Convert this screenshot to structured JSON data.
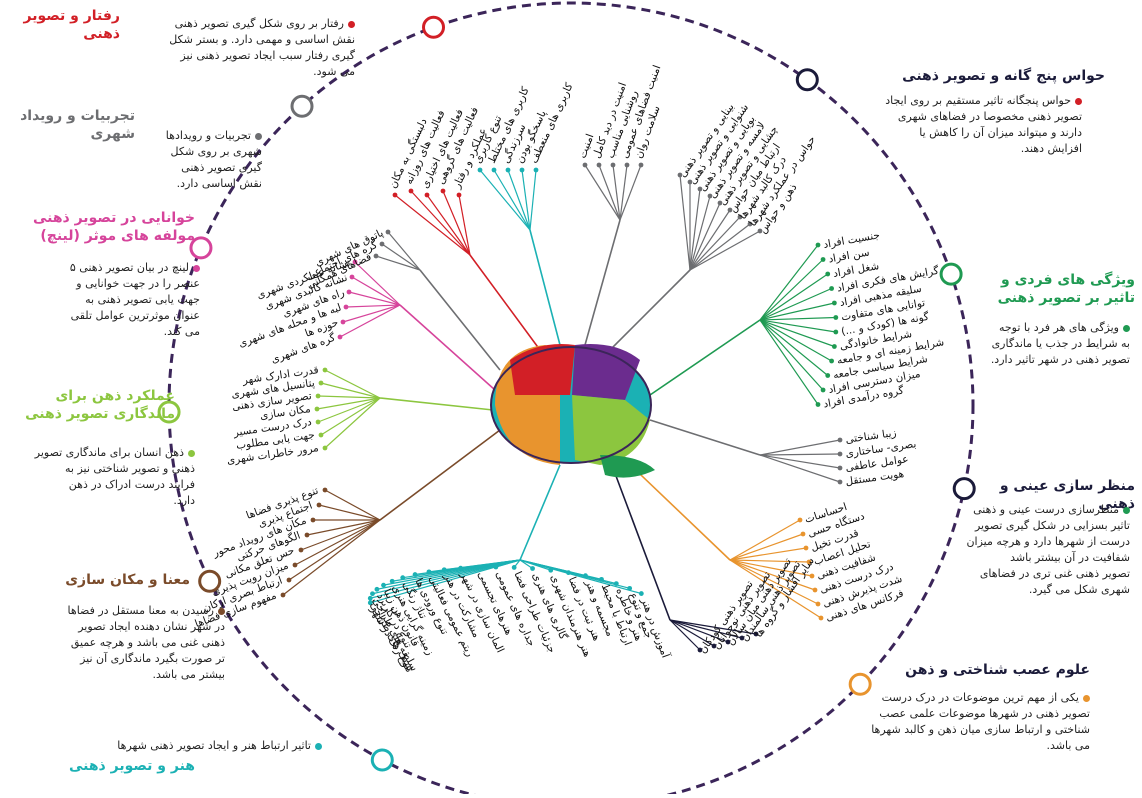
{
  "colors": {
    "ring": "#3b2559",
    "red": "#d21f26",
    "gray": "#6d6e71",
    "pink": "#d6449b",
    "lime": "#8cc63f",
    "brown": "#7a4b2a",
    "teal": "#1bb1b4",
    "orange": "#e8942e",
    "green": "#1f9a52",
    "navy": "#1b1b3a"
  },
  "topics": {
    "behavior": {
      "title_1": "رفتار و تصویر",
      "title_2": "ذهنی",
      "desc": [
        "رفتار بر روی شکل گیری تصویر ذهنی",
        "نقش اساسی و مهمی دارد. و بستر شکل",
        "گیری رفتار سبب ایجاد تصویر ذهنی نیز",
        "می شود."
      ]
    },
    "senses": {
      "title_1": "حواس پنج گانه و تصویر ذهنی",
      "desc": [
        "حواس پنجگانه تاثیر مستقیم بر روی ایجاد",
        "تصویر ذهنی مخصوصا در فضاهای شهری",
        "دارند و میتواند میزان آن را کاهش یا",
        "افزایش دهند."
      ]
    },
    "experiences": {
      "title_1": "تجربیات و رویداد",
      "title_2": "شهری",
      "desc": [
        "تجربیات و رویدادها",
        "شهری بر روی شکل",
        "گیری تصویر ذهنی",
        "نقش اساسی دارد."
      ]
    },
    "lynch": {
      "title_1": "خوانایی در تصویر ذهنی",
      "title_2": "مولفه های موثر (لینچ)",
      "desc": [
        "لینچ در بیان تصویر ذهنی ۵",
        "عنصر را در جهت خوانایی و",
        "جهت یابی تصویر ذهنی به",
        "عنوان موثرترین عوامل تلقی",
        "می کند."
      ]
    },
    "individual": {
      "title_1": "ویژگی های فردی و",
      "title_2": "تاثیر بر تصویر ذهنی",
      "desc": [
        "ویژگی های هر فرد با توجه",
        "به شرایط در جذب یا ماندگاری",
        "تصویر ذهنی در شهر تاثیر دارد."
      ]
    },
    "mind": {
      "title_1": "عملکرد ذهن برای",
      "title_2": "ماندگاری تصویر ذهنی",
      "desc": [
        "ذهن انسان برای ماندگاری تصویر",
        "ذهنی و تصویر شناختی نیز به",
        "فرایند درست ادراک در ذهن",
        "دارد."
      ]
    },
    "objective": {
      "title_1": "منظر سازی عینی و ذهنی",
      "desc": [
        "منظرسازی درست عینی و ذهنی",
        "تاثیر بسزایی در شکل گیری تصویر",
        "درست از شهرها دارد و هرچه میزان",
        "شفافیت در آن بیشتر باشد",
        "تصویر ذهنی غنی تری در فضاهای",
        "شهری شکل می گیرد."
      ]
    },
    "meaning": {
      "title_1": "معنا و مکان سازی",
      "desc": [
        "رسیدن به معنا مستقل در فضاها",
        "در شهر نشان دهنده ایجاد تصویر",
        "ذهنی غنی می باشد و هرچه عمیق",
        "تر صورت بگیرد ماندگاری آن نیز",
        "بیشتر می باشد."
      ]
    },
    "neuro": {
      "title_1": "علوم عصب شناختی و ذهن",
      "desc": [
        "یکی از مهم ترین موضوعات در درک درست",
        "تصویر ذهنی در شهرها موضوعات علمی عصب",
        "شناختی و ارتباط سازی میان ذهن و کالبد شهرها",
        "می باشد."
      ]
    },
    "art": {
      "title_1": "هنر و تصویر ذهنی",
      "desc": [
        "تاثیر ارتباط هنر و ایجاد تصویر ذهنی شهرها"
      ]
    }
  },
  "branches": {
    "behavior": [
      "دلبستگی به مکان",
      "فعالیت های روزانه",
      "فعالیت های اختیاری",
      "فعالیت های گروهی",
      "عملکرد و رفتار"
    ],
    "activities": [
      "تنوع کاربری",
      "کاربری های مختلط",
      "سرزندگی",
      "پاسخگو بودن",
      "کاربری های منعطف"
    ],
    "safety": [
      "امنیت",
      "امنیت در دید کامل",
      "روشنایی مناسب",
      "امنیت فضاهای عمومی",
      "سلامت روان"
    ],
    "senses": [
      "بینایی و تصویر ذهنی",
      "شنوایی و تصویر ذهنی",
      "بویایی و تصویر ذهنی",
      "لامسه و تصویر ذهنی",
      "چشایی و تصویر ذهنی",
      "ارتباط میان حواس",
      "درک کالبد شهرها",
      "حواس در عملکرد شهرها",
      "ذهن و حواس"
    ],
    "experiences": [
      "پاتوق های شهری",
      "گره های اجتماعی",
      "فضاهای همگانی"
    ],
    "lynch": [
      "نشانه عملکردی شهری",
      "نشانه کالبدی شهری",
      "راه های شهری",
      "لبه ها و محله های شهری",
      "حوزه ها",
      "گره های شهری"
    ],
    "individual": [
      "جنسیت افراد",
      "سن افراد",
      "شغل افراد",
      "گرایش های فکری افراد",
      "سلیقه مذهبی افراد",
      "توانایی های متفاوت",
      "گونه ها (کودک و ...)",
      "شرایط خانوادگی",
      "شرایط زمینه ای و جامعه",
      "شرایط سیاسی جامعه",
      "میزان دسترسی افراد",
      "گروه درآمدی افراد"
    ],
    "mind": [
      "قدرت ادارک شهر",
      "پتانسیل های شهری",
      "تصویر سازی ذهنی",
      "مکان سازی",
      "درک درست مسیر",
      "جهت یابی مطلوب",
      "مرور خاطرات شهری"
    ],
    "objective": [
      "زیبا شناختی",
      "بصری- ساختاری",
      "عوامل عاطفی",
      "هویت مستقل"
    ],
    "meaning": [
      "تنوع پذیری فضاها",
      "اجتماع پذیری",
      "مکان های رویداد محور",
      "الگوهای حرکتی",
      "حس تعلق مکانی",
      "میزان رویت پذیری",
      "ارتباط بصری ارکان",
      "مفهوم سازی فضاها"
    ],
    "neuro": [
      "احساسات",
      "دستگاه حسی",
      "قدرت تخیل",
      "تحلیل اعصاب",
      "شفافیت ذهنی",
      "درک درست ذهنی",
      "شدت پذیرش ذهنی",
      "فرکانس های ذهنی"
    ],
    "groups": [
      "تصویر ذهنی کودکان",
      "تصویر ذهنی نوجوانان",
      "تصویر ذهنی میان سالان",
      "تصویر ذهنی سالمندان",
      "سایر اقشار و گروه ها"
    ],
    "art": [
      "تنوع رنگ در شهر",
      "سبک های طراحی",
      "سلیقه های طراحی",
      "تنوع در کاربرد",
      "قانون ذهن زیبا",
      "زمینه گرایی هنری",
      "تناژ رنگی",
      "تنوع ورودی ها",
      "ریتم عمومی فعالیتی",
      "مشارکت در هنر",
      "المان سازی در شهر",
      "هنرهای تجسمی",
      "جداره های عمومی",
      "جزئیات طراحی فضا",
      "گالری های هنری",
      "هنر هنرمندان شهری",
      "هنر ثبت در فضا",
      "مجسمه و هنر",
      "ارتباط با محیط",
      "هنر و خاطره",
      "جمع و تنوع",
      "آموزش در هنر"
    ]
  }
}
